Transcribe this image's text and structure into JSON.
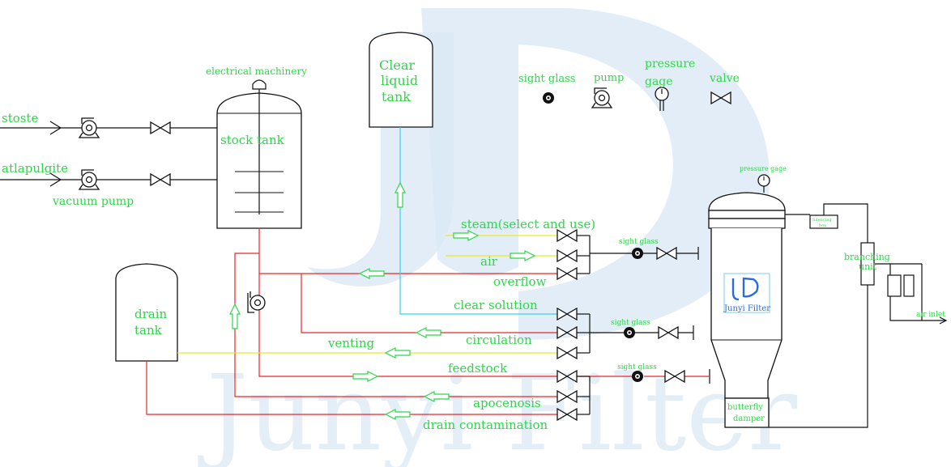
{
  "colors": {
    "label": "#2fd64a",
    "red": "#e8262b",
    "yellow": "#eaea2a",
    "cyan": "#39d3e6",
    "black": "#111111",
    "watermark": "#d6e6f3",
    "logo": "#2a6be0"
  },
  "watermark": {
    "text": "Junyi Filter"
  },
  "legend": {
    "sight_glass": "sight glass",
    "pump": "pump",
    "pressure_gage": [
      "pressure",
      "gage"
    ],
    "valve": "valve"
  },
  "labels": {
    "stoste": "stoste",
    "atlapulgite": "atlapulgite",
    "vacuum_pump": "vacuum pump",
    "electrical_machinery": "electrical machinery",
    "stock_tank": "stock tank",
    "clear_liquid_tank": [
      "Clear",
      "liquid",
      "tank"
    ],
    "drain_tank": [
      "drain",
      "tank"
    ],
    "steam": "steam(select and use)",
    "air": "air",
    "overflow": "overflow",
    "clear_solution": "clear solution",
    "circulation": "circulation",
    "venting": "venting",
    "feedstock": "feedstock",
    "apocenosis": "apocenosis",
    "drain_contamination": "drain contamination",
    "sight_glass_1": "sight glass",
    "sight_glass_2": "sight glass",
    "sight_glass_3": "sight glass",
    "pressure_gage_small": "pressure gage",
    "filter_logo": "Junyi Filter",
    "butterfly_damper": [
      "butterfly",
      "damper"
    ],
    "branching_unit": [
      "branching",
      "unit"
    ],
    "air_inlet": "air inlet",
    "silencing_box": [
      "Silencing",
      "box"
    ]
  }
}
